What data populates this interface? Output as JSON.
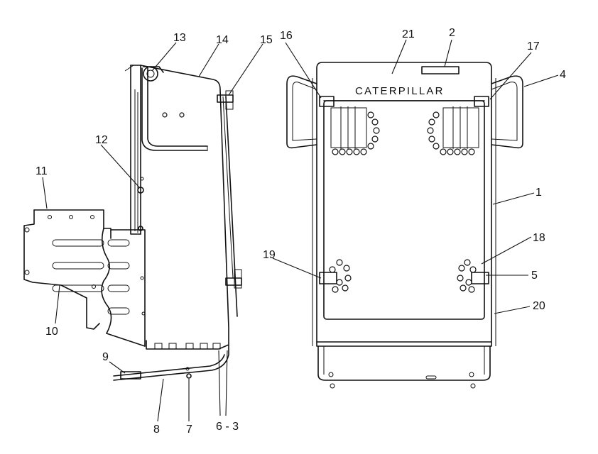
{
  "brand_text": "CATERPILLAR",
  "callouts": {
    "c1": "1",
    "c2": "2",
    "c4": "4",
    "c5": "5",
    "c6_3": "6 - 3",
    "c7": "7",
    "c8": "8",
    "c9": "9",
    "c10": "10",
    "c11": "11",
    "c12": "12",
    "c13": "13",
    "c14": "14",
    "c15": "15",
    "c16": "16",
    "c17": "17",
    "c18": "18",
    "c19": "19",
    "c20": "20",
    "c21": "21"
  }
}
